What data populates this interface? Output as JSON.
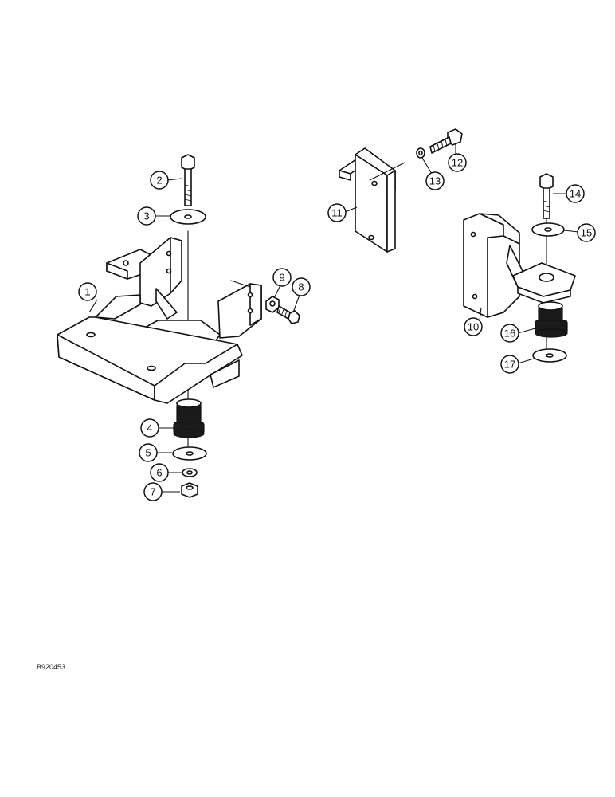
{
  "figure": {
    "reference_code": "B920453"
  },
  "callouts": [
    {
      "id": "1",
      "label": "1"
    },
    {
      "id": "2",
      "label": "2"
    },
    {
      "id": "3",
      "label": "3"
    },
    {
      "id": "4",
      "label": "4"
    },
    {
      "id": "5",
      "label": "5"
    },
    {
      "id": "6",
      "label": "6"
    },
    {
      "id": "7",
      "label": "7"
    },
    {
      "id": "8",
      "label": "8"
    },
    {
      "id": "9",
      "label": "9"
    },
    {
      "id": "10",
      "label": "10"
    },
    {
      "id": "11",
      "label": "11"
    },
    {
      "id": "12",
      "label": "12"
    },
    {
      "id": "13",
      "label": "13"
    },
    {
      "id": "14",
      "label": "14"
    },
    {
      "id": "15",
      "label": "15"
    },
    {
      "id": "16",
      "label": "16"
    },
    {
      "id": "17",
      "label": "17"
    }
  ]
}
